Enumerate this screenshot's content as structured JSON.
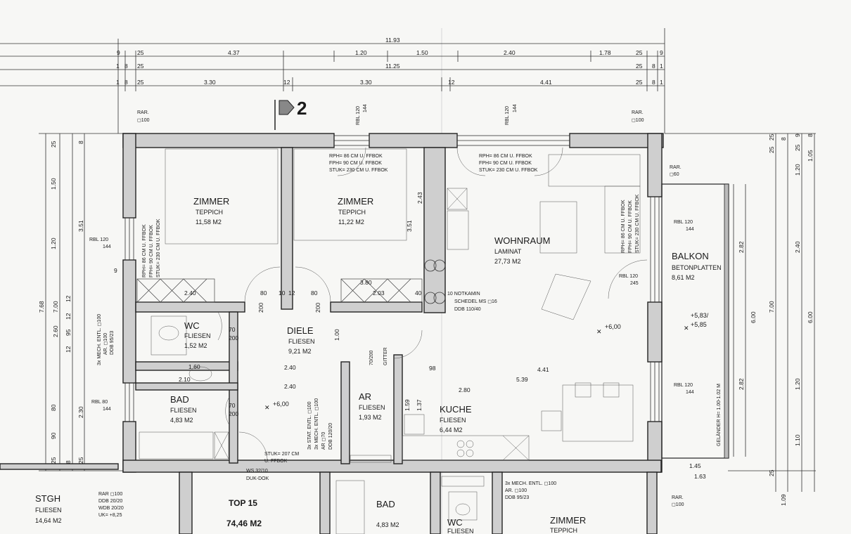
{
  "section_marker": "2",
  "top_dims": {
    "overall": "11.93",
    "row1": [
      "9",
      "25",
      "4.37",
      "1.20",
      "1.50",
      "2.40",
      "1.78",
      "25",
      "9"
    ],
    "row2": [
      "1",
      "8",
      "25",
      "11.25",
      "25",
      "8",
      "1"
    ],
    "row3": [
      "1",
      "8",
      "25",
      "3.30",
      "12",
      "3.30",
      "12",
      "4.41",
      "25",
      "8",
      "1"
    ]
  },
  "left_dims": {
    "overall": "7.68",
    "col1": [
      "7.00",
      "2.60"
    ],
    "col2": [
      "1.50",
      "1.20",
      "3.51",
      "12",
      "95",
      "12",
      "2.30",
      "80",
      "90",
      "25"
    ],
    "col3": [
      "25",
      "8",
      "9",
      "25",
      "12",
      "8",
      "25"
    ]
  },
  "right_dims": {
    "col1": [
      "25",
      "8",
      "9",
      "1.20",
      "2.82",
      "2.82",
      "6.00",
      "7.00",
      "1.10",
      "1.20"
    ],
    "col2": [
      "25",
      "8",
      "25",
      "1.05",
      "2.40",
      "6.00",
      "25",
      "1.09"
    ]
  },
  "rooms": [
    {
      "key": "zimmer1",
      "name": "ZIMMER",
      "floor": "TEPPICH",
      "area": "11,58 M2"
    },
    {
      "key": "zimmer2",
      "name": "ZIMMER",
      "floor": "TEPPICH",
      "area": "11,22 M2"
    },
    {
      "key": "wohnraum",
      "name": "WOHNRAUM",
      "floor": "LAMINAT",
      "area": "27,73 M2"
    },
    {
      "key": "balkon",
      "name": "BALKON",
      "floor": "BETONPLATTEN",
      "area": "8,61 M2"
    },
    {
      "key": "wc",
      "name": "WC",
      "floor": "FLIESEN",
      "area": "1,52 M2"
    },
    {
      "key": "diele",
      "name": "DIELE",
      "floor": "FLIESEN",
      "area": "9,21 M2"
    },
    {
      "key": "bad",
      "name": "BAD",
      "floor": "FLIESEN",
      "area": "4,83 M2"
    },
    {
      "key": "ar",
      "name": "AR",
      "floor": "FLIESEN",
      "area": "1,93 M2"
    },
    {
      "key": "kuche",
      "name": "KUCHE",
      "floor": "FLIESEN",
      "area": "6,44 M2"
    },
    {
      "key": "stgh",
      "name": "STGH",
      "floor": "FLIESEN",
      "area": "14,64 M2"
    },
    {
      "key": "bad2",
      "name": "BAD",
      "floor": "",
      "area": "4,83 M2"
    },
    {
      "key": "wc2",
      "name": "WC",
      "floor": "FLIESEN",
      "area": ""
    },
    {
      "key": "zimmer3",
      "name": "ZIMMER",
      "floor": "TEPPICH",
      "area": ""
    }
  ],
  "top_label": {
    "title": "TOP 15",
    "area": "74,46 M2"
  },
  "levels": {
    "diele": "+6,00",
    "wohnraum": "+6,00",
    "balkon1": "+5,83/",
    "balkon2": "+5,85"
  },
  "window_notes": {
    "w1": [
      "RPH= 86 CM U. FFBOK",
      "FPH= 90 CM U. FFBOK",
      "STUK= 230 CM U. FFBOK"
    ],
    "w2": [
      "RPH= 86 CM U. FFBOK",
      "FPH= 90 CM U. FFBOK",
      "STUK= 230 CM U. FFBOK"
    ],
    "w_left1": [
      "RPH= 86 CM U. FFBOK",
      "FPH= 90 CM U. FFBOK",
      "STUK= 230 CM U. FFBOK"
    ],
    "w_right1": [
      "RPH= 86 CM U. FFBOK",
      "FPH= 90 CM U. FFBOK",
      "STUK= 230 CM U. FFBOK"
    ],
    "stuk": [
      "STUK= 207 CM",
      "U. FFBOK"
    ]
  },
  "rbl_labels": [
    "RBL 120",
    "144",
    "RBL 120",
    "144",
    "RBL 120",
    "144",
    "RBL 80",
    "144",
    "RBL 120",
    "144",
    "RBL 120",
    "245",
    "RBL 120",
    "144"
  ],
  "rar": [
    "RAR.",
    "◻100",
    "RAR.",
    "◻100",
    "RAR.",
    "◻60",
    "RAR ◻100",
    "DDB 20/20",
    "WDB 20/20",
    "UK= +8,25",
    "RAR.",
    "◻100"
  ],
  "misc": {
    "notkamin": [
      "10 NOTKAMIN",
      "SCHEDEL MS ◻16",
      "DDB 110/40"
    ],
    "mech1": [
      "3x MECH. ENTL. ◻100",
      "AR. ◻100",
      "DDB 95/23"
    ],
    "mech2": [
      "3x STAT. ENTL. ◻100",
      "3x MECH. ENTL. ◻100",
      "AR ◻70",
      "DDB 120/20"
    ],
    "mech3": [
      "3x MECH. ENTL. ◻100",
      "AR. ◻100",
      "DDB 95/23"
    ],
    "ws": [
      "WS 32/10",
      "DUK-DOK"
    ],
    "gelander": "GELÄNDER H= 1.00-1.02 M",
    "gitter": "GITTER",
    "d7020": "70/200"
  },
  "inner_dims": [
    "2.40",
    "3.80",
    "2.03",
    "2.40",
    "2.40",
    "4.41",
    "5.39",
    "2.80",
    "98",
    "40",
    "10",
    "12",
    "80",
    "200",
    "80",
    "200",
    "70",
    "200",
    "70",
    "200",
    "1.60",
    "2.10",
    "1.00",
    "1.45",
    "1.63",
    "2.43",
    "3.51",
    "1.59",
    "1.37"
  ]
}
